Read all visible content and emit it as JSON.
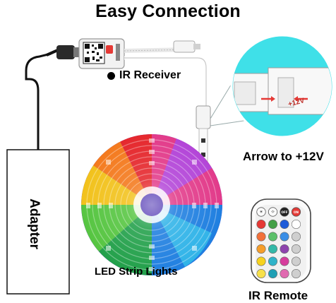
{
  "title": "Easy Connection",
  "labels": {
    "ir_receiver": "IR Receiver",
    "arrow": "Arrow to +12V",
    "led_strip": "LED Strip Lights",
    "remote": "IR Remote",
    "adapter": "Adapter",
    "voltage_mark": "+12V"
  },
  "remote": {
    "buttons_row1": [
      "☀",
      "☼",
      "OFF",
      "ON"
    ],
    "row_colors": [
      [
        "#e53935",
        "#43a047",
        "#1e5bd8",
        "#ffffff"
      ],
      [
        "#f2703a",
        "#5cc06a",
        "#3a8ee6",
        "#cfcfcf"
      ],
      [
        "#f59e2b",
        "#34b8a8",
        "#8e44ad",
        "#cfcfcf"
      ],
      [
        "#f7d21e",
        "#2fb3c9",
        "#d63d9c",
        "#cfcfcf"
      ],
      [
        "#f7e04a",
        "#1f9fb4",
        "#e06ab0",
        "#cfcfcf"
      ]
    ]
  },
  "colors": {
    "zoom_bg": "#3fe0e8",
    "wire": "#111111",
    "strip": "#ffffff",
    "arrow": "#e53935"
  }
}
